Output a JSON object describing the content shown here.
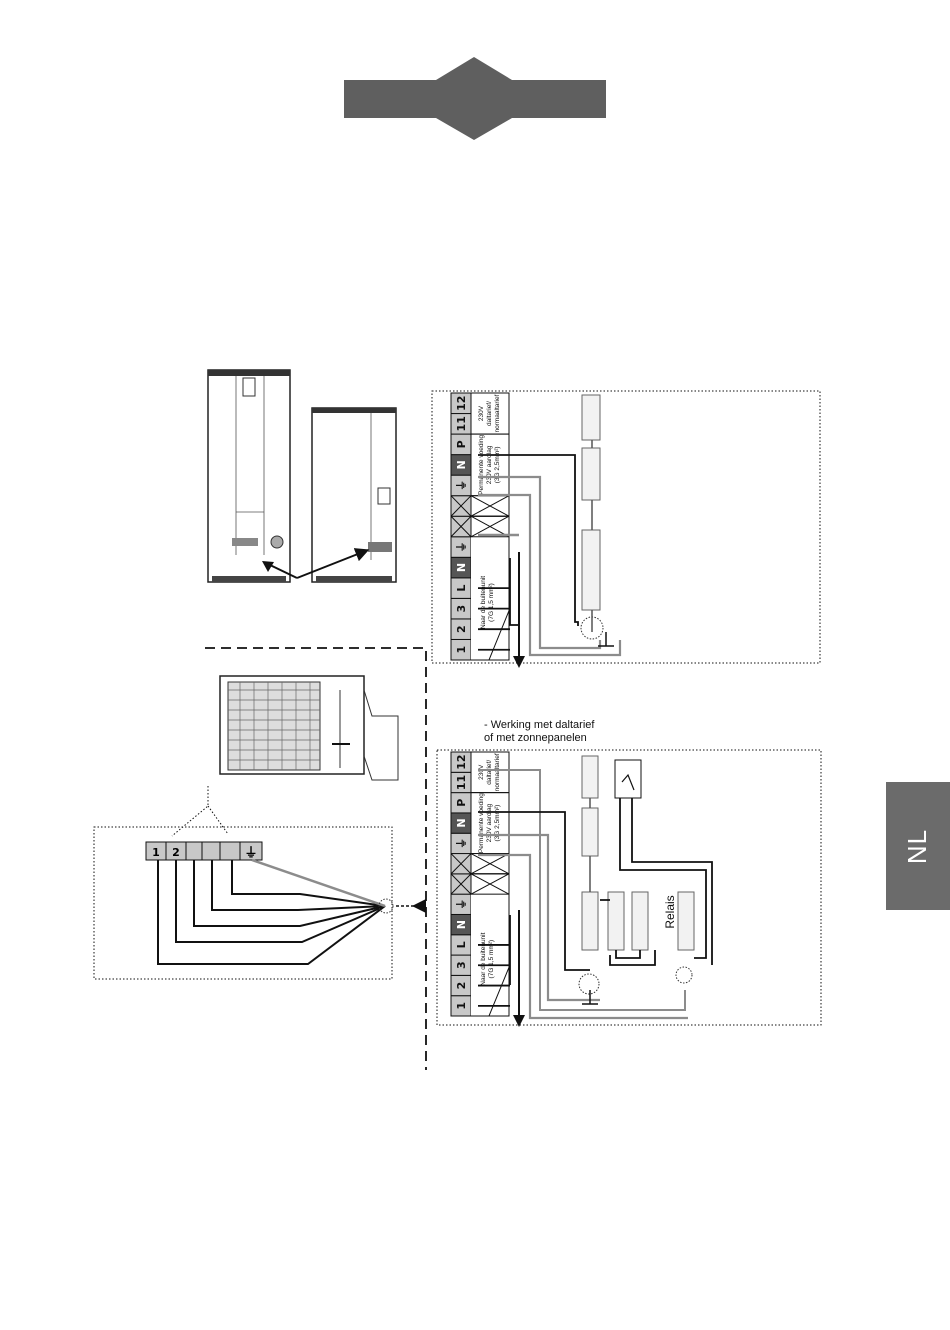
{
  "side_tab": {
    "label": "NL"
  },
  "note": {
    "line1": "-   Werking met daltarief",
    "line2": "of met zonnepanelen"
  },
  "terminal_block": {
    "terminals": [
      "1",
      "2",
      "3",
      "L",
      "N",
      "⏚",
      "",
      "",
      "⏚",
      "N",
      "P",
      "11",
      "12"
    ],
    "label_outdoor": [
      "Naar de buitenunit",
      "(7G 1,5 mm²)"
    ],
    "label_power": [
      "Permanente voeding",
      "230V aardlag",
      "(3G 2,5mm²)"
    ],
    "label_tariff": [
      "230V",
      "daltarief/",
      "normaaltarief"
    ]
  },
  "outdoor_terminals": [
    "1",
    "2",
    "",
    "",
    "",
    "⏚"
  ],
  "relay_label": "Relais",
  "colors": {
    "title_bar": "#5f5f5f",
    "side_tab": "#6b6b6b",
    "wire_grey": "#8c8c8c",
    "terminal_fill": "#c8c8c8",
    "terminal_dark": "#555555"
  }
}
